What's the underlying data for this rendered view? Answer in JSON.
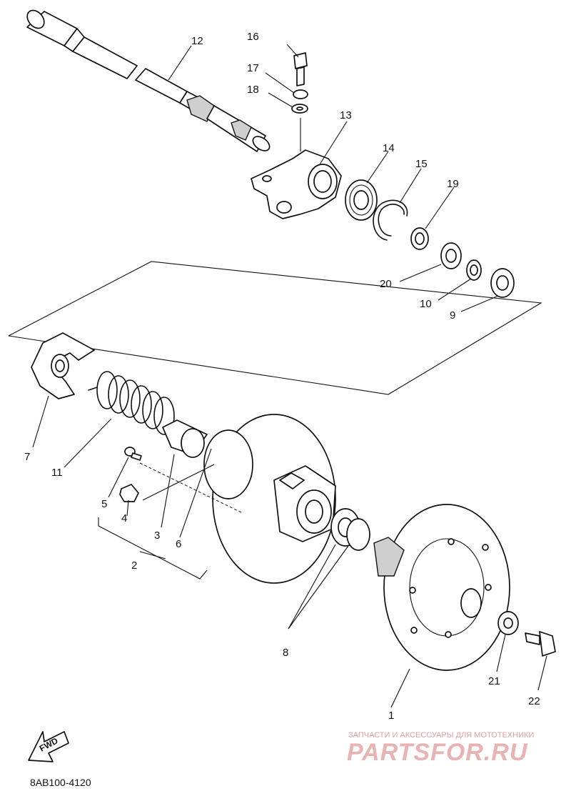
{
  "diagram": {
    "callouts": {
      "p1": "1",
      "p2": "2",
      "p3": "3",
      "p4": "4",
      "p5": "5",
      "p6": "6",
      "p7": "7",
      "p8": "8",
      "p9": "9",
      "p10": "10",
      "p11": "11",
      "p12": "12",
      "p13": "13",
      "p14": "14",
      "p15": "15",
      "p16": "16",
      "p17": "17",
      "p18": "18",
      "p19": "19",
      "p20": "20",
      "p21": "21",
      "p22": "22"
    },
    "fwd_label": "FWD",
    "drawing_code": "8AB100-4120"
  },
  "watermark": {
    "tagline": "ЗАПЧАСТИ И АКСЕССУАРЫ ДЛЯ МОТОТЕХНИКИ",
    "brand": "PARTSFOR.RU"
  },
  "colors": {
    "line": "#111111",
    "watermark": "#eab3b3"
  }
}
